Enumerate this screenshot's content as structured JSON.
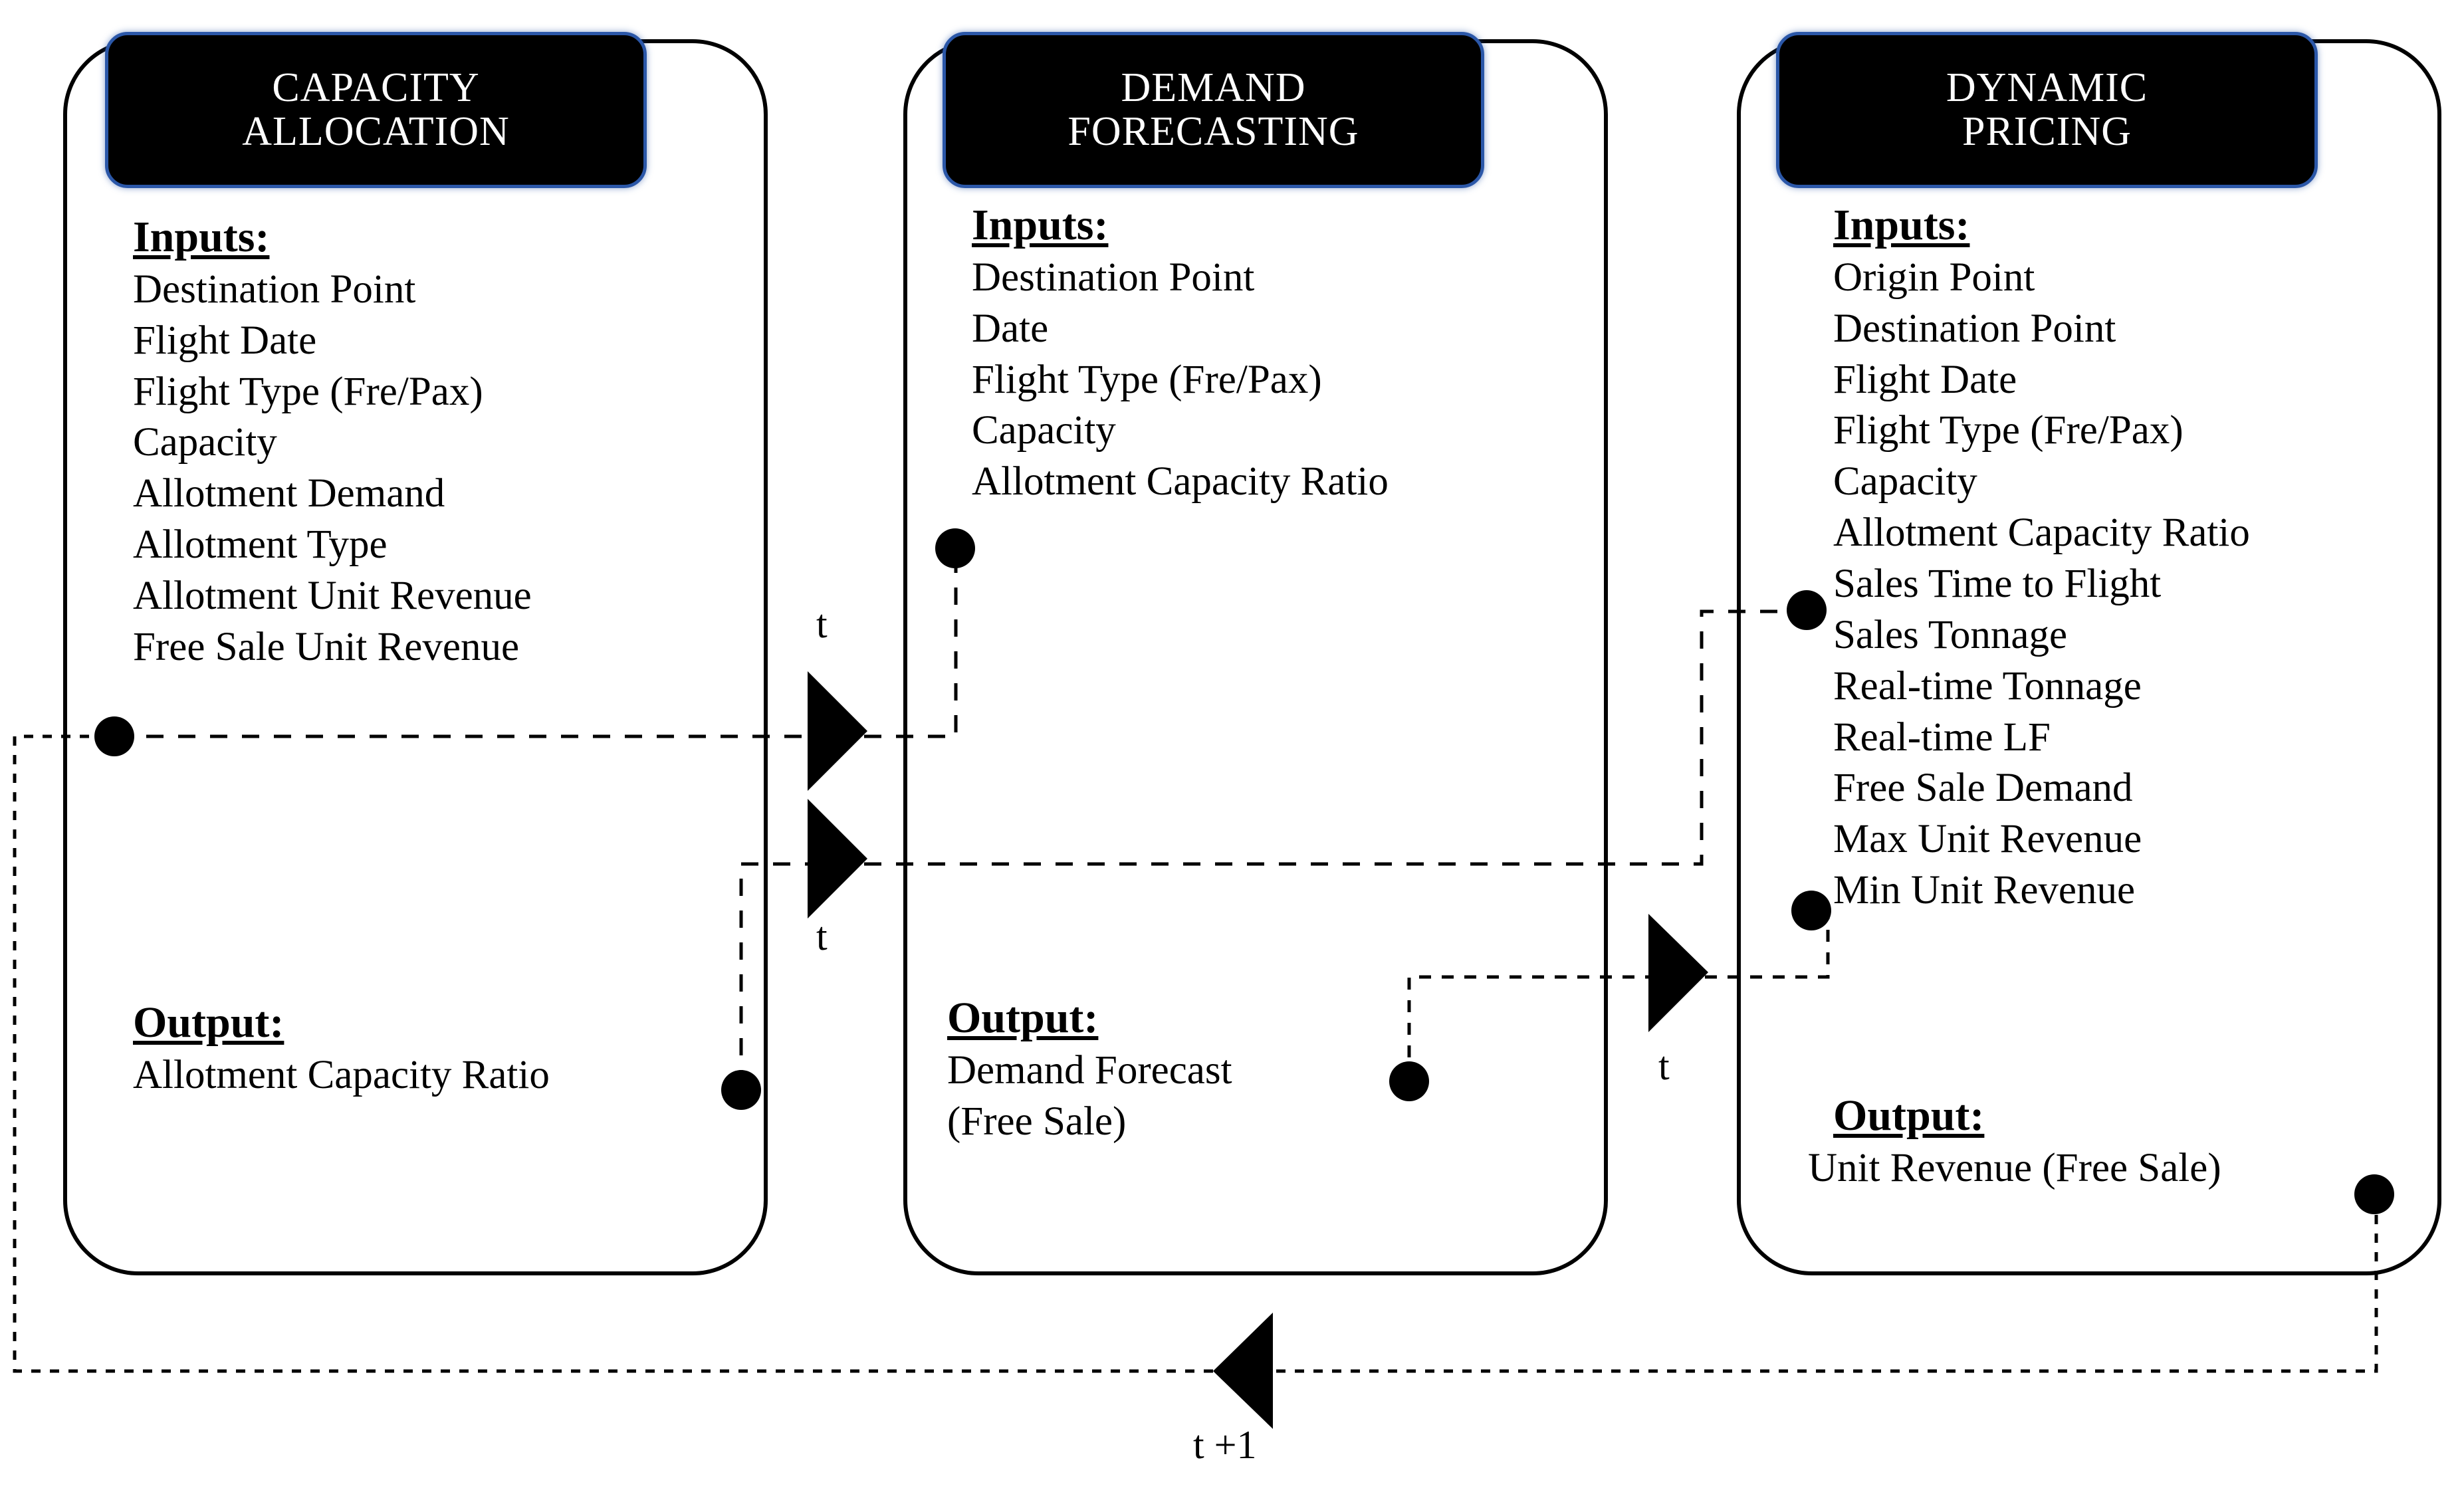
{
  "diagram": {
    "title_hidden": "",
    "edge_labels": {
      "t1": "t",
      "t2": "t",
      "t3": "t",
      "feedback": "t +1"
    },
    "colors": {
      "header_fill": "#000000",
      "header_border": "#2b57a8",
      "header_text": "#ffffff",
      "line": "#000000"
    }
  },
  "panels": [
    {
      "id": "capacity-allocation",
      "title_line1": "CAPACITY",
      "title_line2": "ALLOCATION",
      "inputs_heading": "Inputs:",
      "inputs": [
        "Destination Point",
        "Flight Date",
        "Flight Type (Fre/Pax)",
        "Capacity",
        "Allotment Demand",
        "Allotment Type",
        "Allotment Unit Revenue",
        "Free Sale Unit Revenue"
      ],
      "output_heading": "Output:",
      "outputs": [
        "Allotment Capacity Ratio"
      ]
    },
    {
      "id": "demand-forecasting",
      "title_line1": "DEMAND",
      "title_line2": "FORECASTING",
      "inputs_heading": "Inputs:",
      "inputs": [
        "Destination Point",
        "Date",
        "Flight Type (Fre/Pax)",
        "Capacity",
        "Allotment Capacity Ratio"
      ],
      "output_heading": "Output:",
      "outputs": [
        "Demand Forecast",
        "(Free Sale)"
      ]
    },
    {
      "id": "dynamic-pricing",
      "title_line1": "DYNAMIC",
      "title_line2": "PRICING",
      "inputs_heading": "Inputs:",
      "inputs": [
        "Origin Point",
        "Destination Point",
        "Flight Date",
        "Flight Type (Fre/Pax)",
        "Capacity",
        "Allotment Capacity Ratio",
        "Sales Time to Flight",
        "Sales Tonnage",
        "Real-time Tonnage",
        "Real-time LF",
        "Free Sale Demand",
        "Max Unit Revenue",
        "Min Unit Revenue"
      ],
      "output_heading": "Output:",
      "outputs": [
        "Unit Revenue (Free Sale)"
      ]
    }
  ]
}
